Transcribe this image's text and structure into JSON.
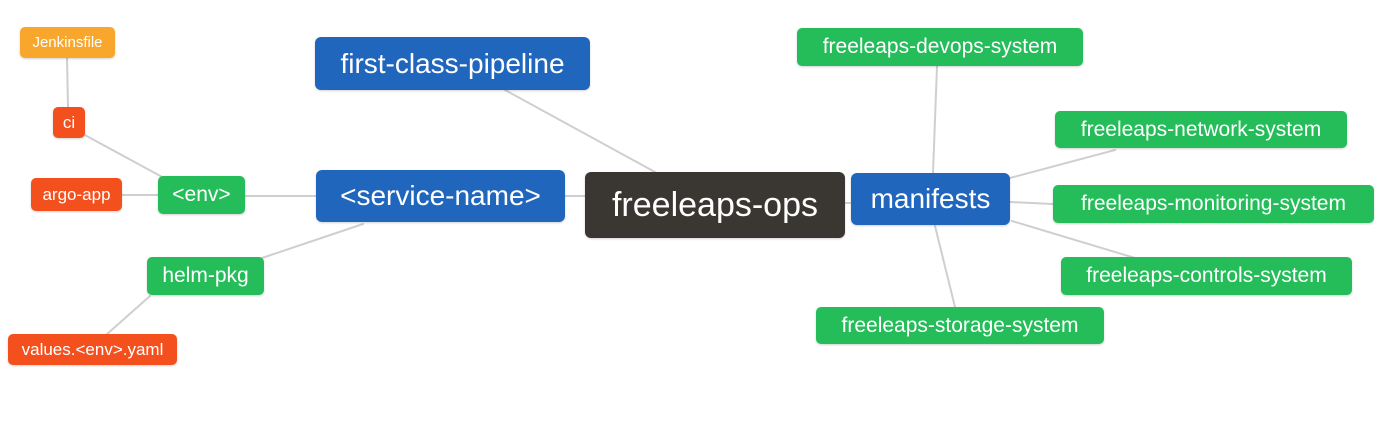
{
  "diagram": {
    "type": "mindmap",
    "root_label": "freeleaps-ops",
    "background_color": "#ffffff",
    "edge_color": "#cfcfcf",
    "palette": {
      "blue": "#2166bd",
      "green": "#25bd59",
      "orange": "#f8a62c",
      "red": "#f4501e",
      "dark": "#3a3733",
      "text": "#ffffff"
    },
    "nodes": [
      {
        "id": "jenkinsfile",
        "label": "Jenkinsfile",
        "color": "#f8a62c"
      },
      {
        "id": "ci",
        "label": "ci",
        "color": "#f4501e"
      },
      {
        "id": "argo-app",
        "label": "argo-app",
        "color": "#f4501e"
      },
      {
        "id": "env",
        "label": "<env>",
        "color": "#25bd59"
      },
      {
        "id": "helm-pkg",
        "label": "helm-pkg",
        "color": "#25bd59"
      },
      {
        "id": "values-env-yaml",
        "label": "values.<env>.yaml",
        "color": "#f4501e"
      },
      {
        "id": "first-class-pipeline",
        "label": "first-class-pipeline",
        "color": "#2166bd"
      },
      {
        "id": "service-name",
        "label": "<service-name>",
        "color": "#2166bd"
      },
      {
        "id": "freeleaps-ops",
        "label": "freeleaps-ops",
        "color": "#3a3733"
      },
      {
        "id": "manifests",
        "label": "manifests",
        "color": "#2166bd"
      },
      {
        "id": "freeleaps-devops-system",
        "label": "freeleaps-devops-system",
        "color": "#25bd59"
      },
      {
        "id": "freeleaps-network-system",
        "label": "freeleaps-network-system",
        "color": "#25bd59"
      },
      {
        "id": "freeleaps-monitoring-system",
        "label": "freeleaps-monitoring-system",
        "color": "#25bd59"
      },
      {
        "id": "freeleaps-controls-system",
        "label": "freeleaps-controls-system",
        "color": "#25bd59"
      },
      {
        "id": "freeleaps-storage-system",
        "label": "freeleaps-storage-system",
        "color": "#25bd59"
      }
    ],
    "edges": [
      {
        "from": "Jenkinsfile",
        "to": "ci"
      },
      {
        "from": "ci",
        "to": "<env>"
      },
      {
        "from": "argo-app",
        "to": "<env>"
      },
      {
        "from": "<env>",
        "to": "<service-name>"
      },
      {
        "from": "<service-name>",
        "to": "helm-pkg"
      },
      {
        "from": "helm-pkg",
        "to": "values.<env>.yaml"
      },
      {
        "from": "first-class-pipeline",
        "to": "freeleaps-ops"
      },
      {
        "from": "<service-name>",
        "to": "freeleaps-ops"
      },
      {
        "from": "freeleaps-ops",
        "to": "manifests"
      },
      {
        "from": "manifests",
        "to": "freeleaps-devops-system"
      },
      {
        "from": "manifests",
        "to": "freeleaps-network-system"
      },
      {
        "from": "manifests",
        "to": "freeleaps-monitoring-system"
      },
      {
        "from": "manifests",
        "to": "freeleaps-controls-system"
      },
      {
        "from": "manifests",
        "to": "freeleaps-storage-system"
      }
    ]
  }
}
